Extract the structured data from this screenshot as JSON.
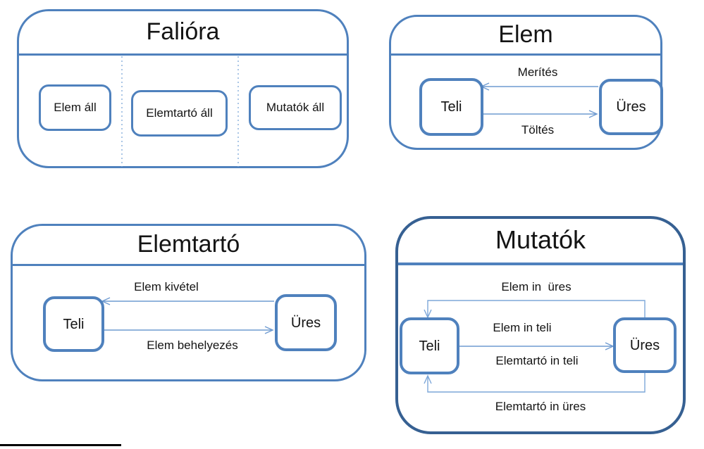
{
  "colors": {
    "frame_border_blue": "#4f81bd",
    "mutatok_frame_border_dark_blue": "#366092",
    "arrow_blue": "#6f9bd1",
    "dashed_separator_blue": "#7da7d9",
    "text_color": "#141414",
    "footnote_line_color": "#000000"
  },
  "diagrams": {
    "faliora": {
      "title": "Falióra",
      "regions": [
        {
          "state": "Elem áll"
        },
        {
          "state": "Elemtartó áll"
        },
        {
          "state": "Mutatók áll"
        }
      ]
    },
    "elem": {
      "title": "Elem",
      "state_left": "Teli",
      "state_right": "Üres",
      "transition_top": "Merítés",
      "transition_bottom": "Töltés"
    },
    "elemtarto": {
      "title": "Elemtartó",
      "state_left": "Teli",
      "state_right": "Üres",
      "transition_top": "Elem kivétel",
      "transition_bottom": "Elem behelyezés"
    },
    "mutatok": {
      "title": "Mutatók",
      "state_left": "Teli",
      "state_right": "Üres",
      "transition_top": "Elem in  üres",
      "transition_middle_above": "Elem in teli",
      "transition_middle_below": "Elemtartó in teli",
      "transition_bottom": "Elemtartó in üres"
    }
  }
}
